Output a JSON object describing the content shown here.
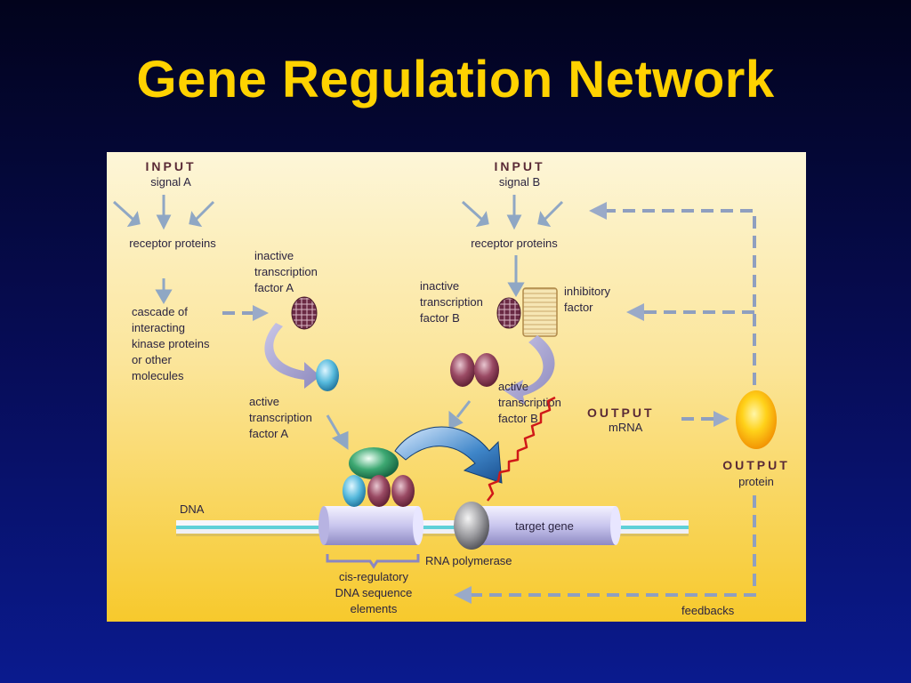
{
  "title": "Gene Regulation Network",
  "diagram": {
    "input_a": {
      "heading": "INPUT",
      "sub": "signal A"
    },
    "input_b": {
      "heading": "INPUT",
      "sub": "signal B"
    },
    "receptor_a": "receptor proteins",
    "receptor_b": "receptor proteins",
    "cascade": [
      "cascade of",
      "interacting",
      "kinase proteins",
      "or other",
      "molecules"
    ],
    "inactive_a": [
      "inactive",
      "transcription",
      "factor A"
    ],
    "active_a": [
      "active",
      "transcription",
      "factor A"
    ],
    "inactive_b": [
      "inactive",
      "transcription",
      "factor B"
    ],
    "inhibitory": [
      "inhibitory",
      "factor"
    ],
    "active_b": [
      "active",
      "transcription",
      "factor B"
    ],
    "output_mrna": {
      "heading": "OUTPUT",
      "sub": "mRNA"
    },
    "output_protein": {
      "heading": "OUTPUT",
      "sub": "protein"
    },
    "dna": "DNA",
    "target_gene": "target gene",
    "rna_polymerase": "RNA polymerase",
    "cis": [
      "cis-regulatory",
      "DNA sequence",
      "elements"
    ],
    "feedbacks": "feedbacks"
  },
  "colors": {
    "title": "#ffd200",
    "figure_bg_top": "#fdf3cf",
    "figure_bg_bottom": "#f8cd35",
    "arrow": "#8fa7c4",
    "mrna": "#d01818",
    "protein": "#f7b400"
  }
}
